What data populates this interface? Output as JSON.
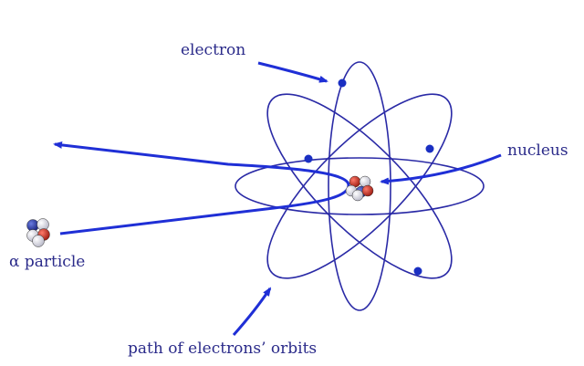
{
  "labels": {
    "electron": "electron",
    "nucleus": "nucleus",
    "alpha_particle": "α particle",
    "orbits_path": "path of electrons’ orbits"
  },
  "colors": {
    "orbit": "#2a2aa6",
    "arrow": "#1f2fd6",
    "electron": "#1a2fc2",
    "proton": "#d23a2a",
    "neutron": "#1f3fa8",
    "label": "#2b2b8a"
  }
}
